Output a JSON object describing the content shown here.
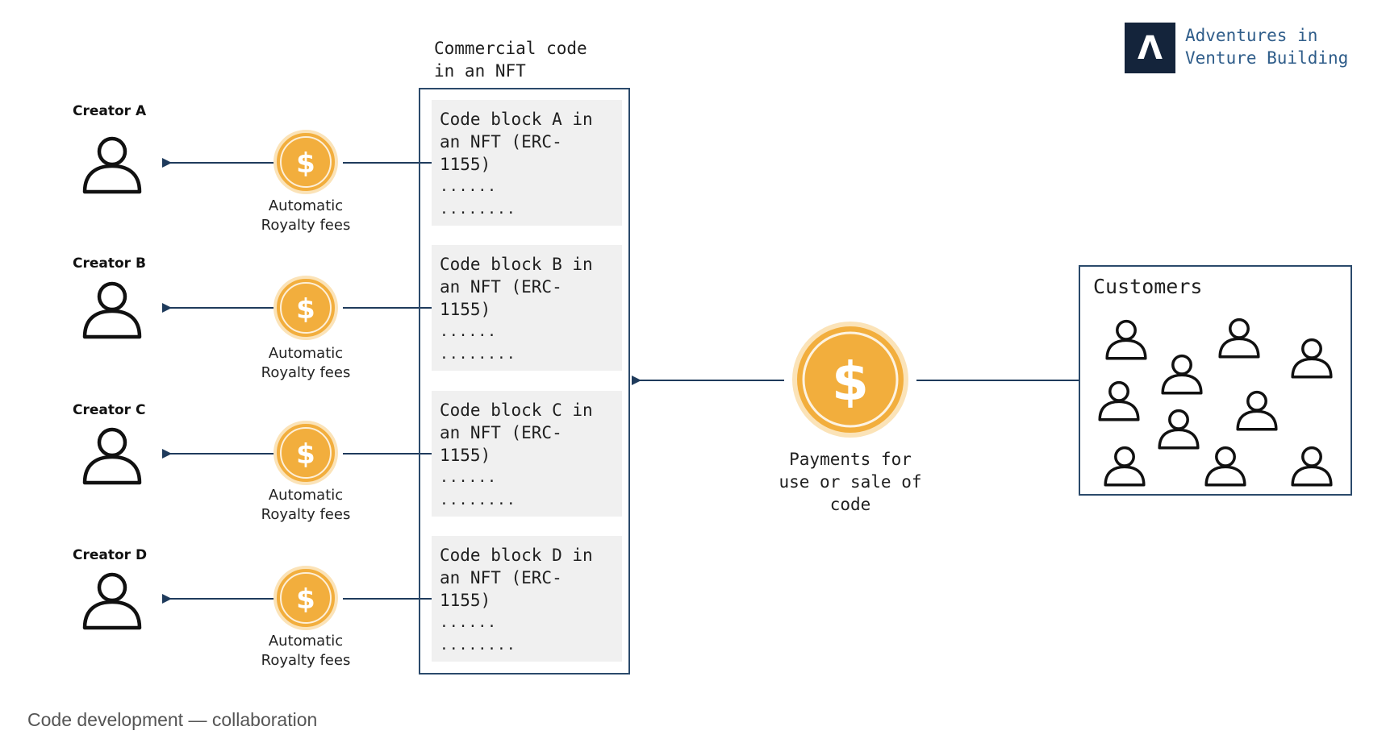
{
  "brand": {
    "logo_glyph": "Λ",
    "name_line1": "Adventures in",
    "name_line2": "Venture Building",
    "mark_color": "#14243b",
    "text_color": "#2f5d8a"
  },
  "nft_container": {
    "label_line1": "Commercial code",
    "label_line2": "in an NFT",
    "blocks": [
      {
        "title": "Code block A in\nan NFT (ERC-\n1155)",
        "dots1": "......",
        "dots2": "........"
      },
      {
        "title": "Code block B in\nan NFT (ERC-\n1155)",
        "dots1": "......",
        "dots2": "........"
      },
      {
        "title": "Code block C in\nan NFT (ERC-\n1155)",
        "dots1": "......",
        "dots2": "........"
      },
      {
        "title": "Code block D in\nan NFT (ERC-\n1155)",
        "dots1": "......",
        "dots2": "........"
      }
    ]
  },
  "creators": [
    {
      "name": "Creator A",
      "fee_line1": "Automatic",
      "fee_line2": "Royalty fees"
    },
    {
      "name": "Creator B",
      "fee_line1": "Automatic",
      "fee_line2": "Royalty fees"
    },
    {
      "name": "Creator C",
      "fee_line1": "Automatic",
      "fee_line2": "Royalty fees"
    },
    {
      "name": "Creator D",
      "fee_line1": "Automatic",
      "fee_line2": "Royalty fees"
    }
  ],
  "payment": {
    "label_line1": "Payments for",
    "label_line2": "use or sale of",
    "label_line3": "code"
  },
  "customers": {
    "title": "Customers"
  },
  "coin": {
    "symbol": "$",
    "fill": "#f2ae3d",
    "ring": "#ffffff"
  },
  "arrow_color": "#1f3b5c",
  "caption": "Code development — collaboration"
}
